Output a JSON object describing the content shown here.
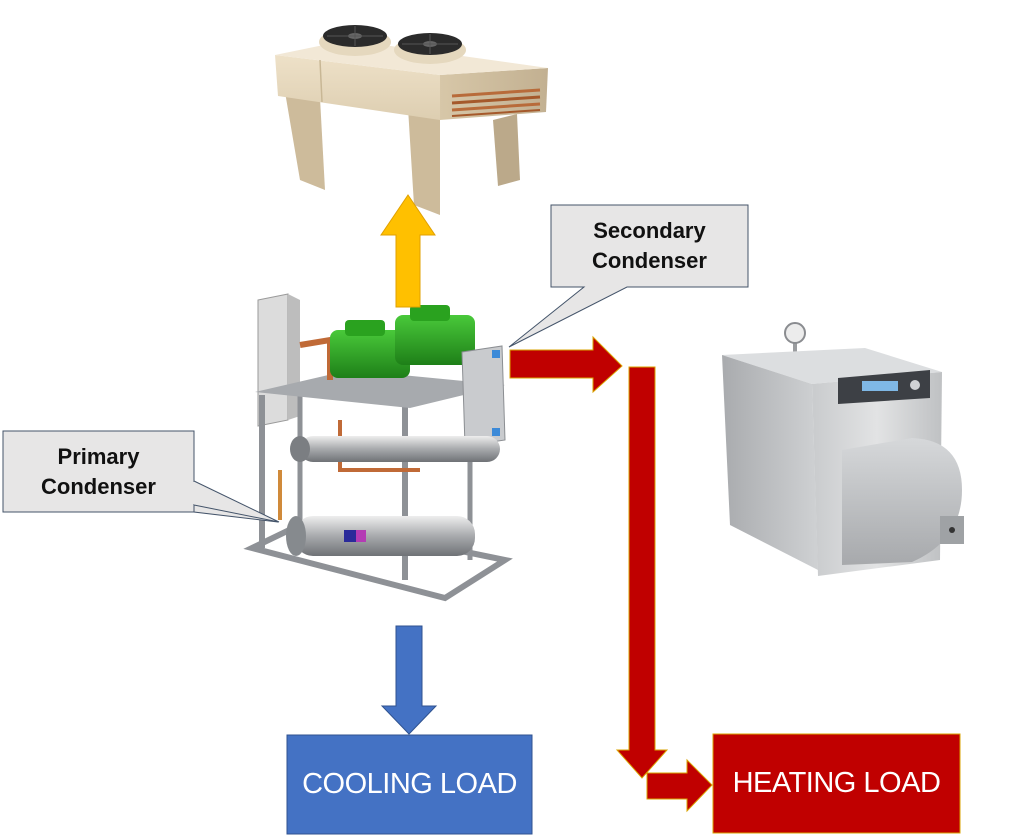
{
  "callouts": {
    "secondary_condenser": "Secondary\nCondenser",
    "primary_condenser": "Primary\nCondenser"
  },
  "loads": {
    "cooling": "COOLING LOAD",
    "heating": "HEATING LOAD"
  },
  "equipment": {
    "dry_cooler": "dry-cooler-icon",
    "compressor_rack": "compressor-rack-icon",
    "boiler": "boiler-icon"
  },
  "colors": {
    "heat_rejection_arrow": "#FFC000",
    "heat_recovery_arrow": "#C00000",
    "cooling_arrow": "#4472C4",
    "cooling_load_box": "#4472C4",
    "heating_load_box": "#C00000",
    "callout_fill": "#E7E6E6",
    "callout_border": "#44546A"
  }
}
